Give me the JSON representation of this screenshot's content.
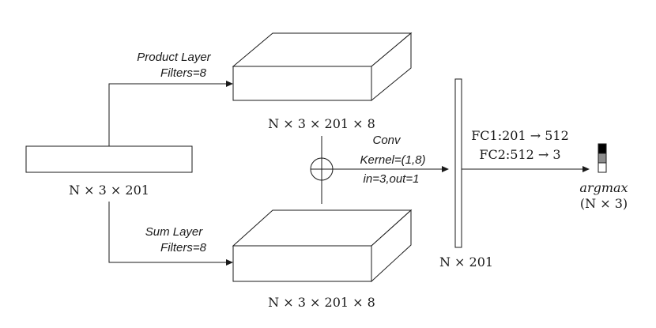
{
  "product_branch": {
    "label_line1": "Product Layer",
    "label_line2": "Filters=8",
    "output_dims": "N × 3 × 201 × 8"
  },
  "sum_branch": {
    "label_line1": "Sum Layer",
    "label_line2": "Filters=8",
    "output_dims": "N × 3 × 201 × 8"
  },
  "input": {
    "dims": "N × 3 × 201"
  },
  "combine": {
    "operator": "⊕"
  },
  "conv": {
    "line1": "Conv",
    "line2": "Kernel=(1,8)",
    "line3": "in=3,out=1",
    "output_dims": "N × 201"
  },
  "fc": {
    "line1": "FC1:201 → 512",
    "line2": "FC2:512 → 3"
  },
  "output": {
    "line1": "argmax",
    "line2": "(N × 3)",
    "cell_colors": [
      "#000000",
      "#8c8c8c",
      "#ffffff"
    ]
  }
}
